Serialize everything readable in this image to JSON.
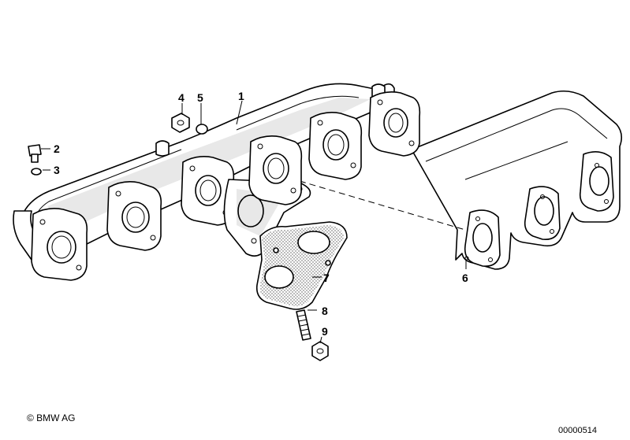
{
  "diagram": {
    "callouts": [
      {
        "id": "1",
        "text": "1"
      },
      {
        "id": "2",
        "text": "2"
      },
      {
        "id": "3",
        "text": "3"
      },
      {
        "id": "4",
        "text": "4"
      },
      {
        "id": "5",
        "text": "5"
      },
      {
        "id": "6",
        "text": "6"
      },
      {
        "id": "7",
        "text": "7"
      },
      {
        "id": "8",
        "text": "8"
      },
      {
        "id": "9",
        "text": "9"
      }
    ]
  },
  "footer": {
    "copyright": "© BMW AG",
    "image_number": "00000514"
  }
}
